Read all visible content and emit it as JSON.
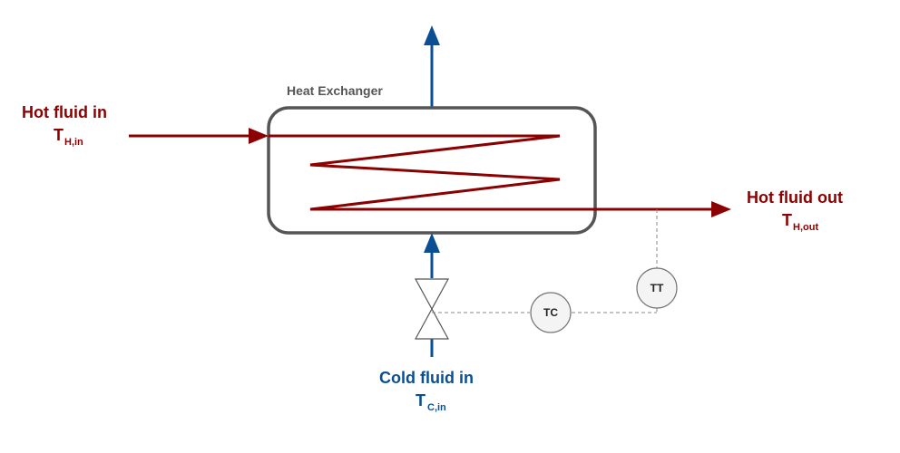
{
  "equipment": {
    "label": "Heat Exchanger"
  },
  "streams": {
    "hot_in": {
      "label": "Hot fluid in",
      "symbol": "T",
      "subscript": "H,in"
    },
    "hot_out": {
      "label": "Hot fluid out",
      "symbol": "T",
      "subscript": "H,out"
    },
    "cold_in": {
      "label": "Cold fluid in",
      "symbol": "T",
      "subscript": "C,in"
    }
  },
  "instruments": {
    "temperature_transmitter": "TT",
    "temperature_controller": "TC"
  },
  "colors": {
    "hot": "#8b0000",
    "cold": "#0a4f94",
    "vessel": "#555555",
    "label_gray": "#555555",
    "signal": "#888888"
  }
}
